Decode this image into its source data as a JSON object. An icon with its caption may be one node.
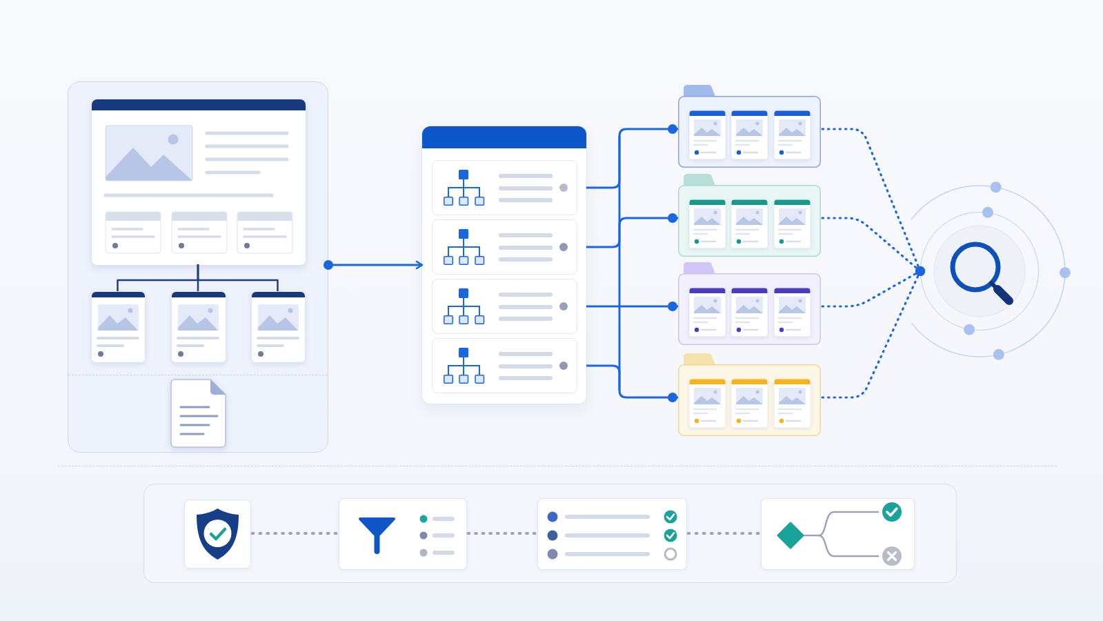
{
  "diagram": {
    "nodes": [
      {
        "text": [],
        "shape": "box"
      },
      {
        "text": [],
        "shape": "box",
        "in": 0
      },
      {
        "text": [],
        "shape": "box",
        "in": 0
      },
      {
        "text": [],
        "shape": "box",
        "in": 0
      },
      {
        "text": [],
        "shape": "box",
        "in": 0
      },
      {
        "text": [],
        "shape": "box"
      },
      {
        "text": [],
        "shape": "folder"
      },
      {
        "text": [],
        "shape": "folder"
      },
      {
        "text": [],
        "shape": "folder"
      },
      {
        "text": [],
        "shape": "folder"
      },
      {
        "text": [],
        "shape": "circle"
      },
      {
        "text": [],
        "shape": "box"
      },
      {
        "text": [],
        "shape": "box",
        "in": 11
      },
      {
        "text": [],
        "shape": "box",
        "in": 11
      },
      {
        "text": [],
        "shape": "box",
        "in": 11
      },
      {
        "text": [],
        "shape": "box",
        "in": 11
      }
    ],
    "edges": [
      {
        "from": 1,
        "to": 2,
        "arrow": "none",
        "color": "#1e3f7a"
      },
      {
        "from": 1,
        "to": 3,
        "arrow": "none",
        "color": "#1e3f7a"
      },
      {
        "from": 1,
        "to": 4,
        "arrow": "none",
        "color": "#1e3f7a"
      },
      {
        "from": 0,
        "to": 5,
        "arrow": "to"
      },
      {
        "from": 5,
        "to": 6,
        "arrow": "other"
      },
      {
        "from": 5,
        "to": 7,
        "arrow": "other"
      },
      {
        "from": 5,
        "to": 8,
        "arrow": "other"
      },
      {
        "from": 5,
        "to": 9,
        "arrow": "other"
      },
      {
        "from": 6,
        "to": 10,
        "arrow": "other",
        "style": "dashed"
      },
      {
        "from": 7,
        "to": 10,
        "arrow": "other",
        "style": "dashed"
      },
      {
        "from": 8,
        "to": 10,
        "arrow": "other",
        "style": "dashed"
      },
      {
        "from": 9,
        "to": 10,
        "arrow": "other",
        "style": "dashed"
      },
      {
        "from": 12,
        "to": 13,
        "arrow": "none",
        "style": "dashed",
        "color": "#9aa3b5"
      },
      {
        "from": 13,
        "to": 14,
        "arrow": "none",
        "style": "dashed",
        "color": "#9aa3b5"
      },
      {
        "from": 14,
        "to": 15,
        "arrow": "none",
        "style": "dashed",
        "color": "#9aa3b5"
      }
    ]
  }
}
